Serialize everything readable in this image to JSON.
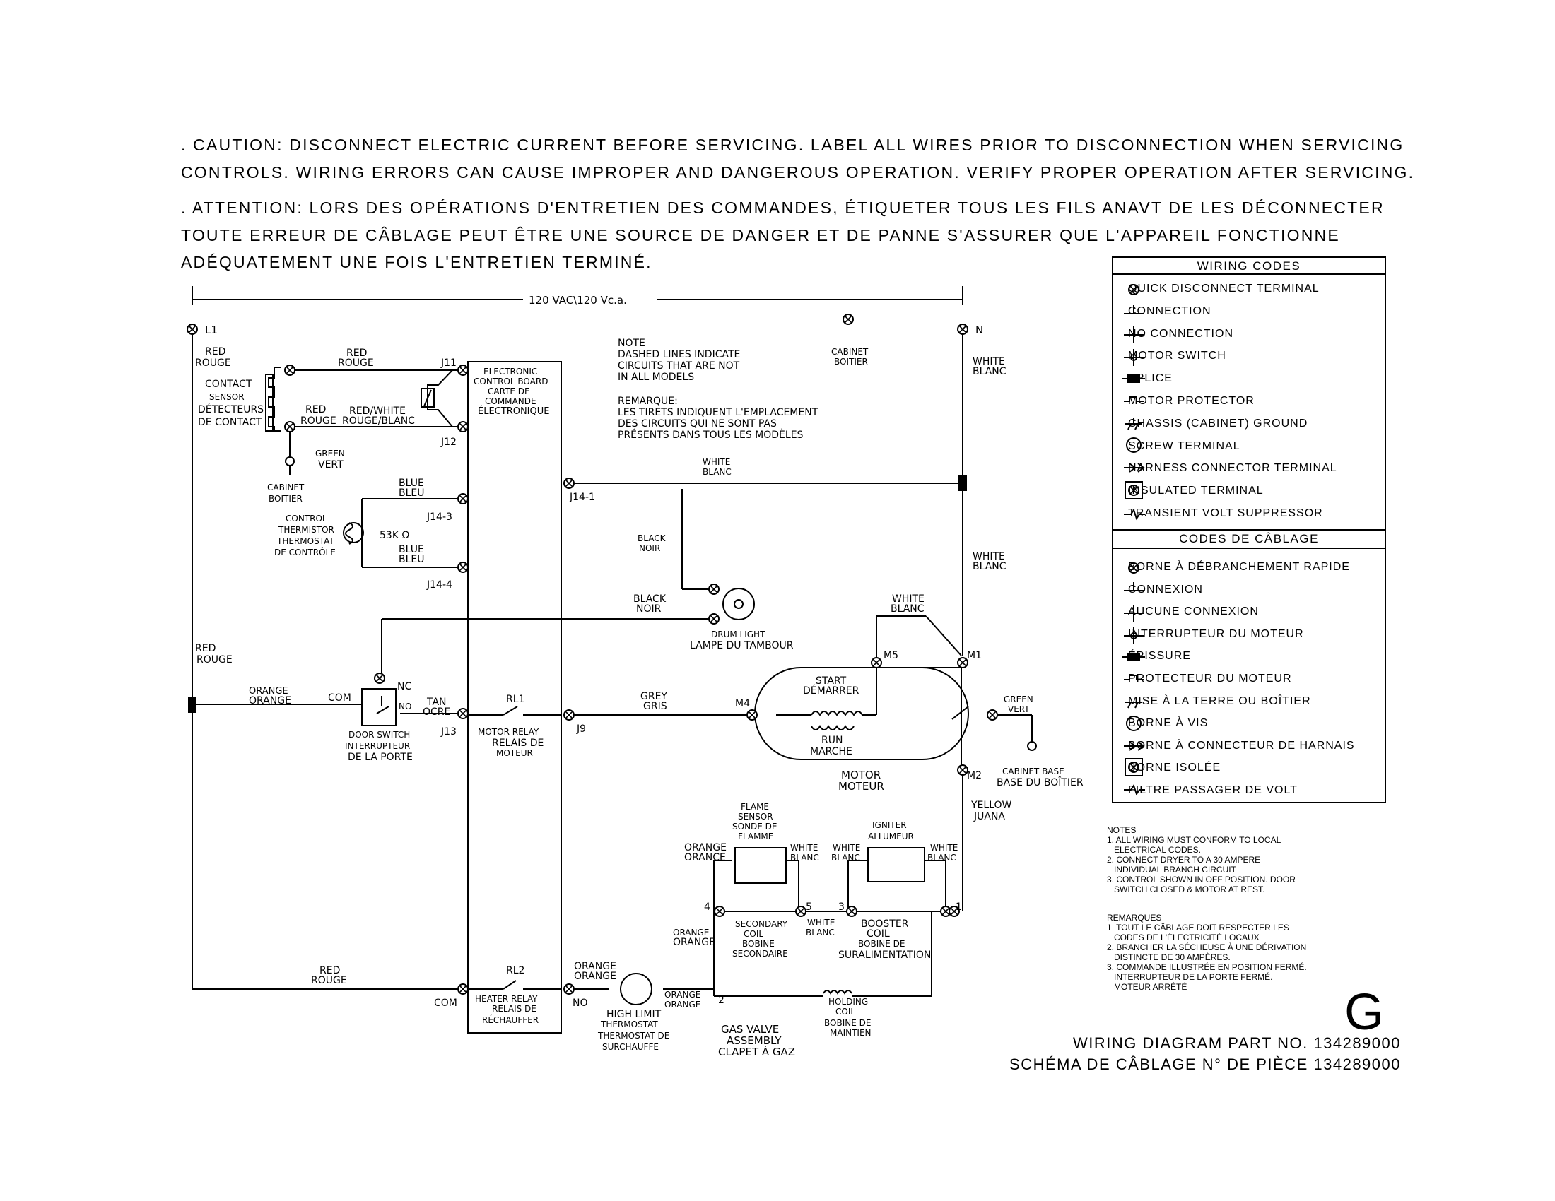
{
  "caution": {
    "line1": ". CAUTION: DISCONNECT ELECTRIC CURRENT BEFORE SERVICING. LABEL ALL WIRES PRIOR TO DISCONNECTION WHEN SERVICING",
    "line2": "CONTROLS. WIRING ERRORS CAN CAUSE IMPROPER AND DANGEROUS OPERATION. VERIFY PROPER OPERATION AFTER SERVICING."
  },
  "attention": {
    "line1": ". ATTENTION: LORS DES OPÉRATIONS D'ENTRETIEN DES COMMANDES, ÉTIQUETER TOUS LES FILS ANAVT DE LES DÉCONNECTER",
    "line2": "TOUTE ERREUR DE CÂBLAGE PEUT ÊTRE UNE SOURCE DE DANGER ET DE PANNE  S'ASSURER QUE L'APPAREIL FONCTIONNE",
    "line3": "ADÉQUATEMENT UNE FOIS L'ENTRETIEN TERMINÉ."
  },
  "voltage": "120 VAC\\120 Vc.a.",
  "terminals": {
    "l1": "L1",
    "n": "N"
  },
  "wires": {
    "red_rouge_left": [
      "RED",
      "ROUGE"
    ],
    "red_rouge_top": [
      "RED",
      "ROUGE"
    ],
    "red_rouge_mid": [
      "RED",
      "ROUGE"
    ],
    "red_white": [
      "RED/WHITE",
      "ROUGE/BLANC"
    ],
    "green_vert_top": [
      "GREEN",
      "VERT"
    ],
    "blue_bleu_1": [
      "BLUE",
      "BLEU"
    ],
    "blue_bleu_2": [
      "BLUE",
      "BLEU"
    ],
    "white_blanc_n": [
      "WHITE",
      "BLANC"
    ],
    "white_blanc_j14": [
      "WHITE",
      "BLANC"
    ],
    "white_blanc_right": [
      "WHITE",
      "BLANC"
    ],
    "white_blanc_m5": [
      "WHITE",
      "BLANC"
    ],
    "black_noir_1": [
      "BLACK",
      "NOIR"
    ],
    "black_noir_2": [
      "BLACK",
      "NOIR"
    ],
    "red_rouge_l1": [
      "RED",
      "ROUGE"
    ],
    "orange_orange_door": [
      "ORANGE",
      "ORANGE"
    ],
    "tan_ocre": [
      "TAN",
      "OCRE"
    ],
    "grey_gris": [
      "GREY",
      "GRIS"
    ],
    "green_vert_motor": [
      "GREEN",
      "VERT"
    ],
    "yellow_juana": [
      "YELLOW",
      "JUANA"
    ],
    "orange_orange_4": [
      "ORANGE",
      "ORANCE"
    ],
    "white_blanc_5": [
      "WHITE",
      "BLANC"
    ],
    "white_blanc_3": [
      "WHITE",
      "BLANC"
    ],
    "white_blanc_1": [
      "WHITE",
      "BLANC"
    ],
    "orange_orange_coil": [
      "ORANGE",
      "ORANGE"
    ],
    "white_blanc_coil": [
      "WHITE",
      "BLANC"
    ],
    "red_rouge_bottom": [
      "RED",
      "ROUGE"
    ],
    "orange_orange_no": [
      "ORANGE",
      "ORANGE"
    ],
    "orange_orange_2": [
      "ORANGE",
      "ORANGE"
    ]
  },
  "components": {
    "contact_sensor": [
      "CONTACT",
      "SENSOR",
      "DÉTECTEURS",
      "DE CONTACT"
    ],
    "cabinet_top": [
      "CABINET",
      "BOITIER"
    ],
    "cabinet_left": [
      "CABINET",
      "BOITIER"
    ],
    "control_thermistor": [
      "CONTROL",
      "THERMISTOR",
      "THERMOSTAT",
      "DE CONTRÔLE"
    ],
    "resistance": "53K Ω",
    "control_board": [
      "ELECTRONIC",
      "CONTROL BOARD",
      "CARTE DE",
      "COMMANDE",
      "ÉLECTRONIQUE"
    ],
    "drum_light": [
      "DRUM LIGHT",
      "LAMPE DU TAMBOUR"
    ],
    "door_switch": [
      "DOOR SWITCH",
      "INTERRUPTEUR",
      "DE LA PORTE"
    ],
    "motor_relay": [
      "MOTOR RELAY",
      "RELAIS DE",
      "MOTEUR"
    ],
    "motor": [
      "MOTOR",
      "MOTEUR"
    ],
    "start": [
      "START",
      "DÉMARRER"
    ],
    "run": [
      "RUN",
      "MARCHE"
    ],
    "cabinet_base": [
      "CABINET BASE",
      "BASE DU BOÎTIER"
    ],
    "flame_sensor": [
      "FLAME",
      "SENSOR",
      "SONDE DE",
      "FLAMME"
    ],
    "igniter": [
      "IGNITER",
      "ALLUMEUR"
    ],
    "secondary_coil": [
      "SECONDARY",
      "COIL",
      "BOBINE",
      "SECONDAIRE"
    ],
    "booster_coil": [
      "BOOSTER",
      "COIL",
      "BOBINE DE",
      "SURALIMENTATION"
    ],
    "heater_relay": [
      "HEATER RELAY",
      "RELAIS DE",
      "RÉCHAUFFER"
    ],
    "high_limit": [
      "HIGH LIMIT",
      "THERMOSTAT",
      "THERMOSTAT DE",
      "SURCHAUFFE"
    ],
    "gas_valve": [
      "GAS VALVE",
      "ASSEMBLY",
      "CLAPET À GAZ"
    ],
    "holding_coil": [
      "HOLDING",
      "COIL",
      "BOBINE DE",
      "MAINTIEN"
    ]
  },
  "pins": {
    "j11": "J11",
    "j12": "J12",
    "j14_1": "J14-1",
    "j14_3": "J14-3",
    "j14_4": "J14-4",
    "j13": "J13",
    "j9": "J9",
    "rl1": "RL1",
    "rl2": "RL2",
    "nc": "NC",
    "no_door": "NO",
    "com_door": "COM",
    "com_heater": "COM",
    "no_heater": "NO",
    "m1": "M1",
    "m2": "M2",
    "m4": "M4",
    "m5": "M5",
    "p1": "1",
    "p2": "2",
    "p3": "3",
    "p4": "4",
    "p5": "5"
  },
  "note": {
    "en": [
      "NOTE",
      "DASHED LINES INDICATE",
      "CIRCUITS THAT ARE NOT",
      "IN ALL MODELS"
    ],
    "fr": [
      "REMARQUE:",
      "LES TIRETS INDIQUENT L'EMPLACEMENT",
      "DES CIRCUITS QUI NE SONT PAS",
      "PRÉSENTS DANS TOUS LES MODÈLES"
    ]
  },
  "wiring_codes": {
    "title_en": "WIRING CODES",
    "title_fr": "CODES DE CÂBLAGE",
    "en": [
      {
        "icon": "quick-disconnect-icon",
        "label": "QUICK DISCONNECT TERMINAL"
      },
      {
        "icon": "connection-icon",
        "label": "CONNECTION"
      },
      {
        "icon": "no-connection-icon",
        "label": "NO CONNECTION"
      },
      {
        "icon": "motor-switch-icon",
        "label": "MOTOR SWITCH"
      },
      {
        "icon": "splice-icon",
        "label": "SPLICE"
      },
      {
        "icon": "motor-protector-icon",
        "label": "MOTOR PROTECTOR"
      },
      {
        "icon": "chassis-ground-icon",
        "label": "CHASSIS (CABINET) GROUND"
      },
      {
        "icon": "screw-terminal-icon",
        "label": "SCREW TERMINAL"
      },
      {
        "icon": "harness-connector-icon",
        "label": "HARNESS CONNECTOR TERMINAL"
      },
      {
        "icon": "insulated-terminal-icon",
        "label": "INSULATED TERMINAL"
      },
      {
        "icon": "transient-suppressor-icon",
        "label": "TRANSIENT VOLT SUPPRESSOR"
      }
    ],
    "fr": [
      {
        "icon": "quick-disconnect-icon",
        "label": "BORNE À DÉBRANCHEMENT RAPIDE"
      },
      {
        "icon": "connection-icon",
        "label": "CONNEXION"
      },
      {
        "icon": "no-connection-icon",
        "label": "AUCUNE CONNEXION"
      },
      {
        "icon": "motor-switch-icon",
        "label": "INTERRUPTEUR DU MOTEUR"
      },
      {
        "icon": "splice-icon",
        "label": "ÉPISSURE"
      },
      {
        "icon": "motor-protector-icon",
        "label": "PROTECTEUR DU MOTEUR"
      },
      {
        "icon": "chassis-ground-icon",
        "label": "MISE À LA TERRE OU BOÎTIER"
      },
      {
        "icon": "screw-terminal-icon",
        "label": "BORNE À VIS"
      },
      {
        "icon": "harness-connector-icon",
        "label": "BORNE À CONNECTEUR DE HARNAIS"
      },
      {
        "icon": "insulated-terminal-icon",
        "label": "BORNE ISOLÉE"
      },
      {
        "icon": "transient-suppressor-icon",
        "label": "FILTRE PASSAGER DE VOLT"
      }
    ]
  },
  "notes": {
    "en": "NOTES\n1. ALL WIRING MUST CONFORM TO LOCAL\n   ELECTRICAL CODES.\n2. CONNECT DRYER TO A 30 AMPERE\n   INDIVIDUAL BRANCH CIRCUIT\n3. CONTROL SHOWN IN OFF POSITION. DOOR\n   SWITCH CLOSED & MOTOR AT REST.",
    "fr": "REMARQUES\n1  TOUT LE CÂBLAGE DOIT RESPECTER LES\n   CODES DE L'ÉLECTRICITÉ LOCAUX\n2. BRANCHER LA SÉCHEUSE À UNE DÉRIVATION\n   DISTINCTE DE 30 AMPÈRES.\n3. COMMANDE ILLUSTRÉE EN POSITION FERMÉ.\n   INTERRUPTEUR DE LA PORTE FERMÉ.\n   MOTEUR ARRÊTÉ"
  },
  "revision_letter": "G",
  "part_number": {
    "en": "WIRING DIAGRAM PART NO. 134289000",
    "fr": "SCHÉMA DE CÂBLAGE N° DE PIÈCE 134289000"
  }
}
